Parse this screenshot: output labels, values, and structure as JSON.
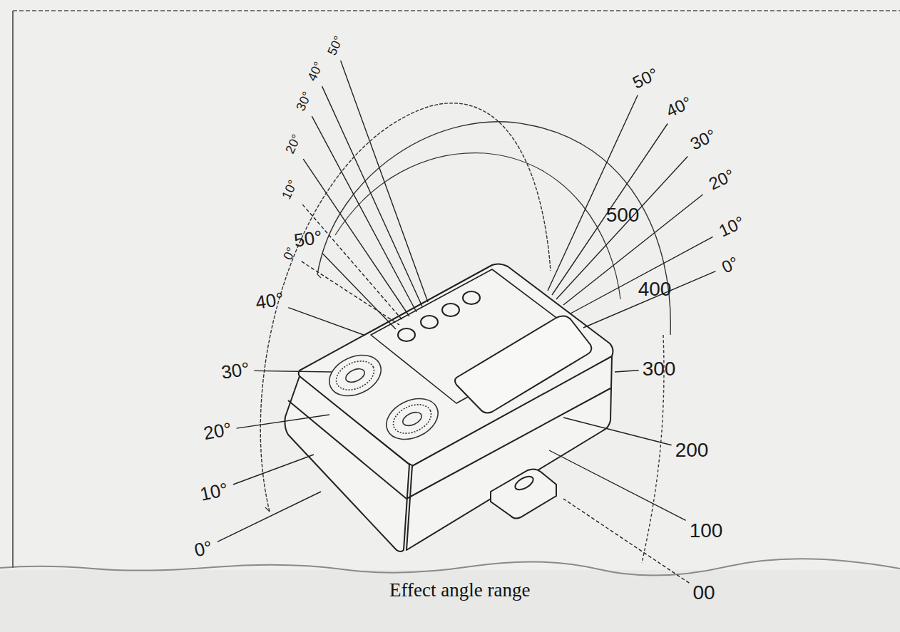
{
  "diagram": {
    "caption": "Effect angle range",
    "labels": [
      "0°",
      "10°",
      "20°",
      "30°",
      "40°",
      "50°",
      "0°",
      "10°",
      "20°",
      "30°",
      "40°",
      "50°",
      "50°",
      "40°",
      "30°",
      "20°",
      "10°",
      "0°",
      "500",
      "400",
      "300",
      "200",
      "100",
      "00"
    ]
  }
}
